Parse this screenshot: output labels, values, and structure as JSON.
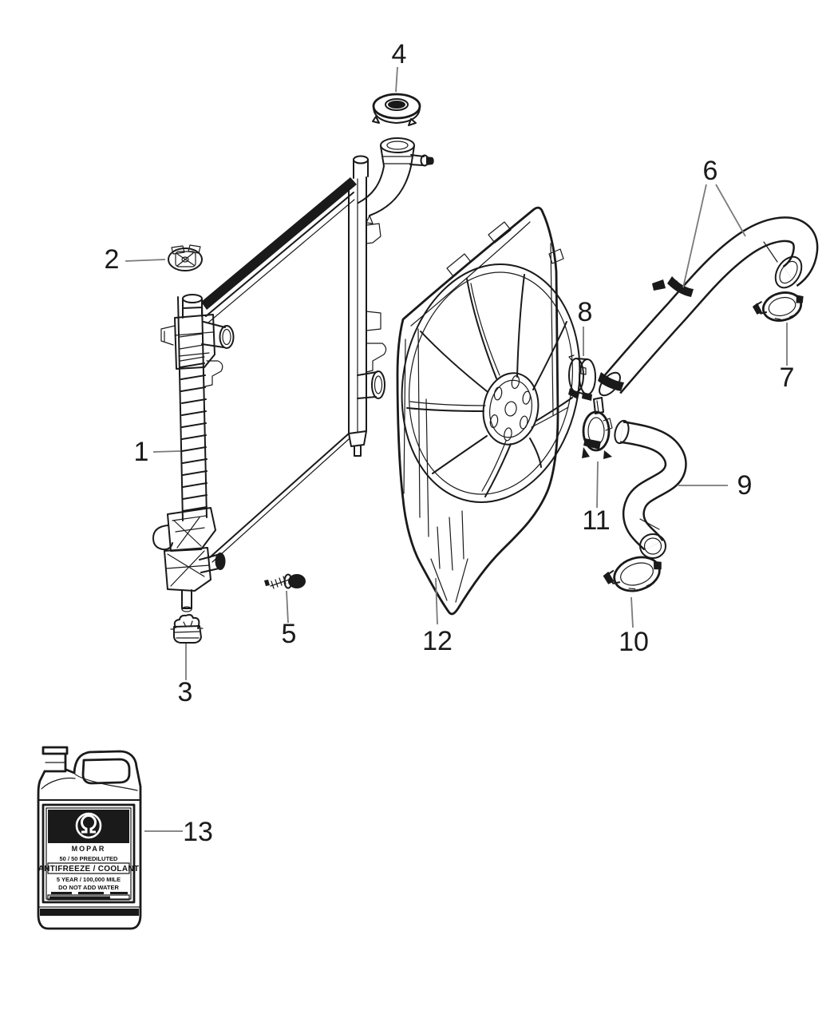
{
  "callouts": {
    "c1": {
      "label": "1"
    },
    "c2": {
      "label": "2"
    },
    "c3": {
      "label": "3"
    },
    "c4": {
      "label": "4"
    },
    "c5": {
      "label": "5"
    },
    "c6": {
      "label": "6"
    },
    "c7": {
      "label": "7"
    },
    "c8": {
      "label": "8"
    },
    "c9": {
      "label": "9"
    },
    "c10": {
      "label": "10"
    },
    "c11": {
      "label": "11"
    },
    "c12": {
      "label": "12"
    },
    "c13": {
      "label": "13"
    }
  },
  "jug_label": {
    "brand": "MOPAR",
    "prediluted": "50 / 50 PREDILUTED",
    "product": "ANTIFREEZE / COOLANT",
    "warranty": "5 YEAR / 100,000 MILE",
    "warning": "DO NOT ADD WATER"
  },
  "colors": {
    "line": "#1a1a1a",
    "leader": "#7a7a7a",
    "background": "#ffffff",
    "label_panel": "#111111"
  }
}
